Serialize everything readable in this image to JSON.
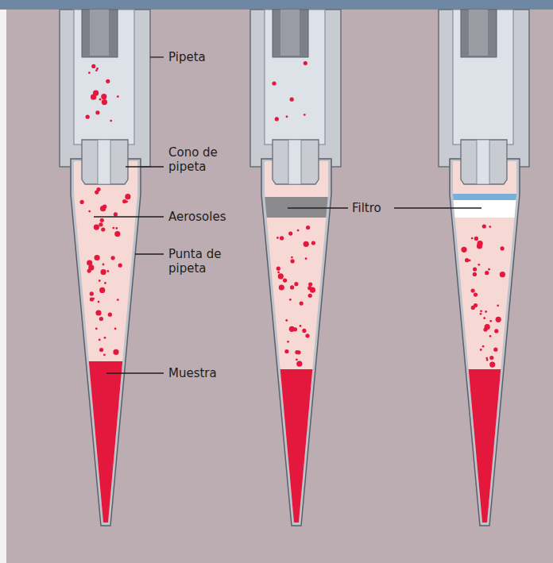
{
  "diagram": {
    "labels": [
      "Pipeta",
      "Cono de pipeta",
      "Aerosoles",
      "Punta de pipeta",
      "Muestra",
      "Filtro"
    ]
  }
}
